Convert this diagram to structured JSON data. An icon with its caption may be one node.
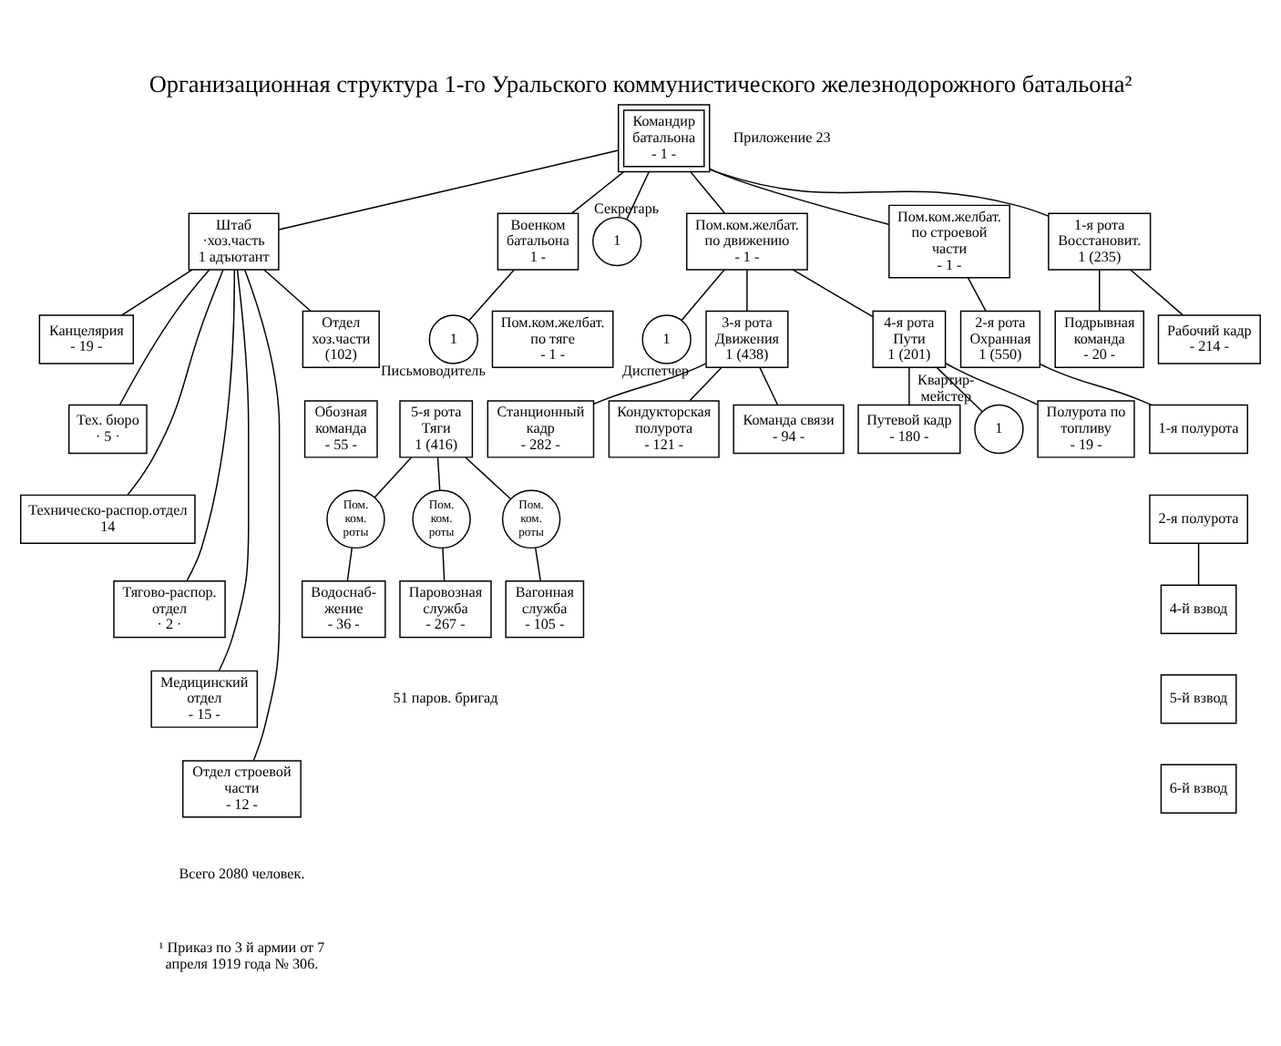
{
  "diagram": {
    "title": "Организационная структура 1-го Уральского коммунистического железнодорожного батальона²",
    "nodes": [
      {
        "text": [
          "Командир батальона",
          "- 1 -"
        ]
      },
      {
        "text": [
          "Штаб",
          "·хоз.часть",
          "1 адъютант"
        ]
      },
      {
        "text": [
          "Военком батальона",
          "1 -"
        ]
      },
      {
        "text": [
          "Канцелярия",
          "- 19 -"
        ]
      },
      {
        "text": [
          "Тех. бюро",
          "· 5 ·"
        ]
      },
      {
        "text": [
          "Техническо-распор.отдел",
          "14"
        ]
      },
      {
        "text": [
          "Тягово-распор. отдел",
          "· 2 ·"
        ]
      },
      {
        "text": [
          "Медицинский отдел",
          "- 15 -"
        ]
      },
      {
        "text": [
          "Отдел строевой части",
          "- 12 -"
        ]
      },
      {
        "text": [
          "Отдел хоз.части",
          "(102)"
        ]
      },
      {
        "text": [
          "Обозная команда",
          "- 55 -"
        ]
      },
      {
        "text": [
          "1"
        ],
        "beside": [
          "Секретарь"
        ]
      },
      {
        "text": [
          "1"
        ],
        "beside": [
          "Письмоводитель"
        ]
      },
      {
        "text": [
          "Пом.ком.желбат. по движению",
          "- 1 -"
        ]
      },
      {
        "text": [
          "Пом.ком.желбат. по тяге",
          "- 1 -"
        ]
      },
      {
        "text": [
          "Пом.ком.желбат. по строевой части",
          "- 1 -"
        ]
      },
      {
        "text": [
          "1"
        ],
        "beside": [
          "Диспетчер"
        ]
      },
      {
        "text": [
          "5-я рота",
          "Тяги",
          "1 (416)"
        ]
      },
      {
        "text": [
          "1-я рота",
          "Восстановит.",
          "1 (235)"
        ]
      },
      {
        "text": [
          "2-я рота",
          "Охранная",
          "1 (550)"
        ]
      },
      {
        "text": [
          "3-я рота",
          "Движения",
          "1 (438)"
        ]
      },
      {
        "text": [
          "4-я рота",
          "Пути",
          "1 (201)"
        ]
      },
      {
        "text": [
          "Пом. ком. роты"
        ]
      },
      {
        "text": [
          "Пом. ком. роты"
        ]
      },
      {
        "text": [
          "Пом. ком. роты"
        ]
      },
      {
        "text": [
          "Подрывная команда",
          "- 20 -"
        ]
      },
      {
        "text": [
          "Рабочий кадр",
          "- 214 -"
        ]
      },
      {
        "text": [
          "1-я полурота"
        ]
      },
      {
        "text": [
          "2-я полурота"
        ]
      },
      {
        "text": [
          "4-й взвод"
        ]
      },
      {
        "text": [
          "5-й взвод"
        ]
      },
      {
        "text": [
          "6-й взвод"
        ]
      },
      {
        "text": [
          "Станционный кадр",
          "- 282 -"
        ]
      },
      {
        "text": [
          "Кондукторская полурота",
          "- 121 -"
        ]
      },
      {
        "text": [
          "Команда связи",
          "- 94 -"
        ]
      },
      {
        "text": [
          "Путевой кадр",
          "- 180 -"
        ]
      },
      {
        "text": [
          "1"
        ],
        "beside": [
          "Квартир- мейстер"
        ]
      },
      {
        "text": [
          "Полурота по топливу",
          "- 19 -"
        ]
      },
      {
        "text": [
          "Водоснаб- жение",
          "- 36 -"
        ]
      },
      {
        "text": [
          "Паровозная служба",
          "- 267 -"
        ]
      },
      {
        "text": [
          "Вагонная служба",
          "- 105 -"
        ]
      }
    ],
    "edges": [
      {
        "from": 0,
        "to": 1,
        "arrow": "none"
      },
      {
        "from": 0,
        "to": 2,
        "arrow": "none"
      },
      {
        "from": 0,
        "to": 11,
        "arrow": "none"
      },
      {
        "from": 0,
        "to": 13,
        "arrow": "none"
      },
      {
        "from": 0,
        "to": 15,
        "arrow": "none"
      },
      {
        "from": 0,
        "to": 18,
        "arrow": "none"
      },
      {
        "from": 2,
        "to": 12,
        "arrow": "none"
      },
      {
        "from": 1,
        "to": 3,
        "arrow": "none"
      },
      {
        "from": 1,
        "to": 4,
        "arrow": "none"
      },
      {
        "from": 1,
        "to": 5,
        "arrow": "none"
      },
      {
        "from": 1,
        "to": 6,
        "arrow": "none"
      },
      {
        "from": 1,
        "to": 7,
        "arrow": "none"
      },
      {
        "from": 1,
        "to": 8,
        "arrow": "none"
      },
      {
        "from": 1,
        "to": 9,
        "arrow": "none"
      },
      {
        "from": 13,
        "to": 16,
        "arrow": "none"
      },
      {
        "from": 13,
        "to": 20,
        "arrow": "none"
      },
      {
        "from": 13,
        "to": 21,
        "arrow": "none"
      },
      {
        "from": 15,
        "to": 19,
        "arrow": "none"
      },
      {
        "from": 17,
        "to": 22,
        "arrow": "none"
      },
      {
        "from": 17,
        "to": 23,
        "arrow": "none"
      },
      {
        "from": 17,
        "to": 24,
        "arrow": "none"
      },
      {
        "from": 18,
        "to": 25,
        "arrow": "none"
      },
      {
        "from": 18,
        "to": 26,
        "arrow": "none"
      },
      {
        "from": 19,
        "to": 27,
        "arrow": "none"
      },
      {
        "from": 28,
        "to": 29,
        "arrow": "none"
      },
      {
        "from": 20,
        "to": 32,
        "arrow": "none"
      },
      {
        "from": 20,
        "to": 33,
        "arrow": "none"
      },
      {
        "from": 20,
        "to": 34,
        "arrow": "none"
      },
      {
        "from": 21,
        "to": 35,
        "arrow": "none"
      },
      {
        "from": 21,
        "to": 36,
        "arrow": "none"
      },
      {
        "from": 21,
        "to": 37,
        "arrow": "none"
      },
      {
        "from": 22,
        "to": 38,
        "arrow": "none"
      },
      {
        "from": 23,
        "to": 39,
        "arrow": "none"
      },
      {
        "from": 24,
        "to": 40,
        "arrow": "none"
      }
    ],
    "labels": [
      "Приложение 23",
      "51 паров. бригад",
      "Всего 2080 человек.",
      "¹ Приказ по 3 й армии от 7 апреля 1919 года № 306."
    ]
  }
}
